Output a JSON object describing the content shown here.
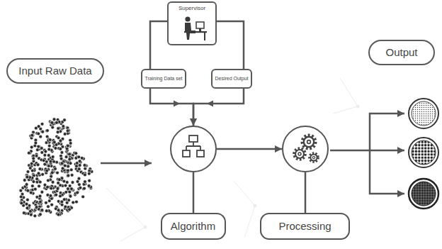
{
  "diagram": {
    "nodes": [
      {
        "text": [
          "Input Raw Data"
        ]
      },
      {
        "text": [
          "Supervisor"
        ]
      },
      {
        "text": [
          "Training Data set"
        ]
      },
      {
        "text": [
          "Desired Output"
        ]
      },
      {
        "text": [
          "Algorithm"
        ]
      },
      {
        "text": [
          "Processing"
        ]
      },
      {
        "text": [
          "Output"
        ]
      }
    ],
    "edges": [
      {
        "from": 1,
        "to": 2,
        "arrow": "none"
      },
      {
        "from": 1,
        "to": 3,
        "arrow": "none"
      },
      {
        "from": 2,
        "to": 4,
        "arrow": "to"
      },
      {
        "from": 3,
        "to": 4,
        "arrow": "to"
      },
      {
        "from": 4,
        "to": 5,
        "arrow": "to"
      }
    ]
  }
}
